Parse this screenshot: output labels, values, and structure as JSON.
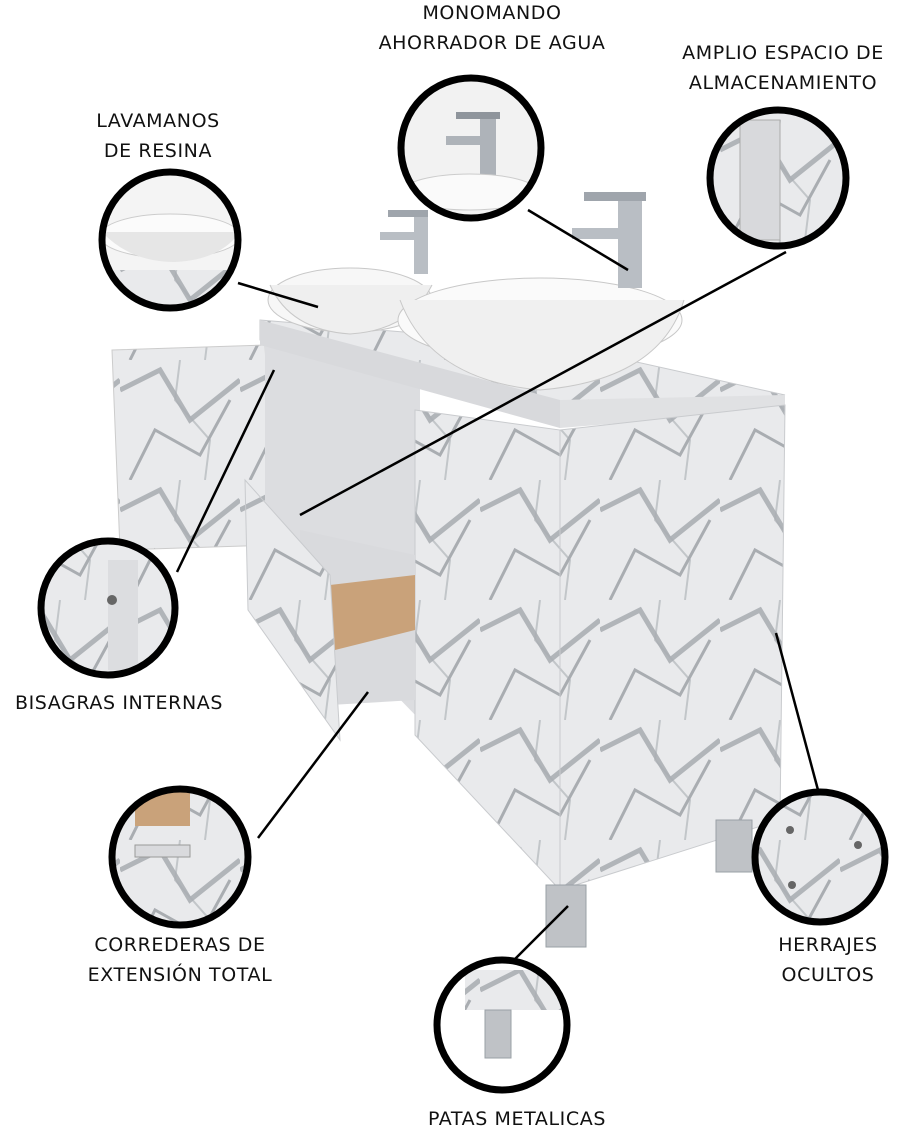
{
  "labels": {
    "monomando": "MONOMANDO\nAHORRADOR DE AGUA",
    "almacenamiento": "AMPLIO ESPACIO DE\nALMACENAMIENTO",
    "lavamanos": "LAVAMANOS\nDE RESINA",
    "bisagras": "BISAGRAS INTERNAS",
    "correderas": "CORREDERAS DE\nEXTENSIÓN TOTAL",
    "herrajes": "HERRAJES\nOCULTOS",
    "patas": "PATAS METALICAS"
  },
  "colors": {
    "marble": "#e9eaec",
    "vein": "#8c9096",
    "outline": "#000000",
    "wood": "#c9a27a"
  }
}
